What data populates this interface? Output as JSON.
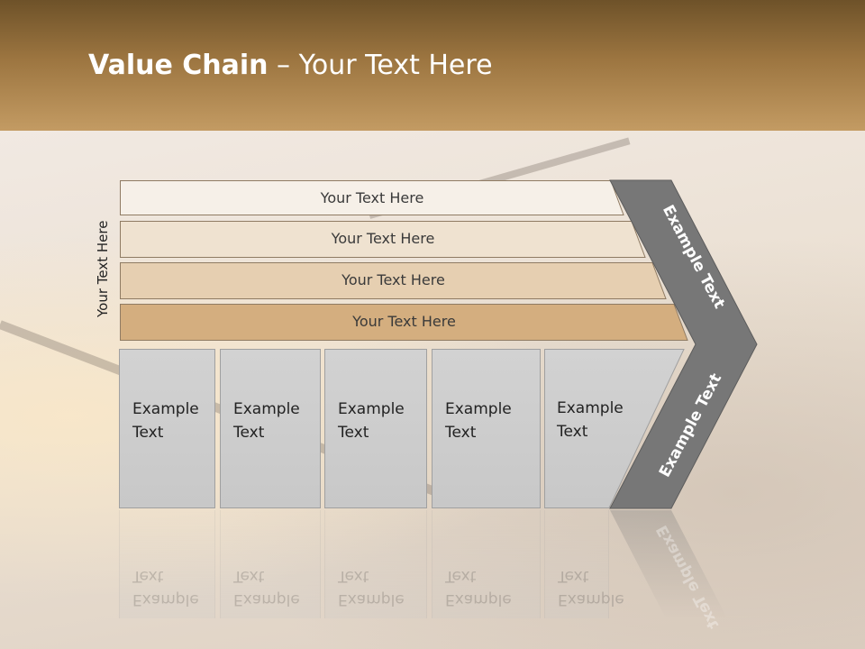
{
  "title": {
    "bold": "Value Chain",
    "rest": " – Your Text Here"
  },
  "side_label": "Your Text Here",
  "rows": [
    "Your Text Here",
    "Your Text Here",
    "Your Text Here",
    "Your Text Here"
  ],
  "row_colors": [
    "#f6f0e8",
    "#efe2d0",
    "#e6cfb1",
    "#d4ae7f"
  ],
  "boxes": [
    {
      "line1": "Example",
      "line2": "Text"
    },
    {
      "line1": "Example",
      "line2": "Text"
    },
    {
      "line1": "Example",
      "line2": "Text"
    },
    {
      "line1": "Example",
      "line2": "Text"
    },
    {
      "line1": "Example",
      "line2": "Text"
    }
  ],
  "chevron": {
    "upper_label": "Example Text",
    "lower_label": "Example Text",
    "color": "#777777"
  },
  "accent": "#a57c47"
}
